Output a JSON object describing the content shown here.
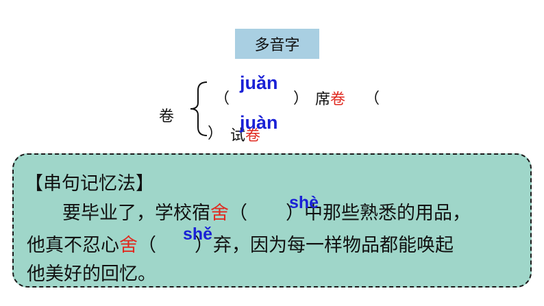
{
  "title": "多音字",
  "main_char": "卷",
  "line1": {
    "open_paren": "（",
    "pinyin": "juǎn",
    "close_paren": "）",
    "word_prefix": "席",
    "word_highlight": "卷",
    "trailing_paren": "（"
  },
  "line2": {
    "paren": "）",
    "word_prefix": "试",
    "word_highlight": "卷",
    "pinyin": "juàn"
  },
  "memory": {
    "heading": "【串句记忆法】",
    "row1_before": "要毕业了，学校宿",
    "row1_highlight": "舍",
    "row1_open": "（",
    "row1_pinyin": "shè",
    "row1_after": "）中那些熟悉的用品，",
    "row2_before": "他真不忍心",
    "row2_highlight": "舍",
    "row2_open": "（",
    "row2_pinyin": "shě",
    "row2_after": "）弃，因为每一样物品都能唤起",
    "row3": "他美好的回忆。"
  },
  "colors": {
    "title_bg": "#a9cfe2",
    "panel_bg": "#9fd6c9",
    "pinyin": "#1a21d6",
    "highlight": "#e02a20"
  }
}
